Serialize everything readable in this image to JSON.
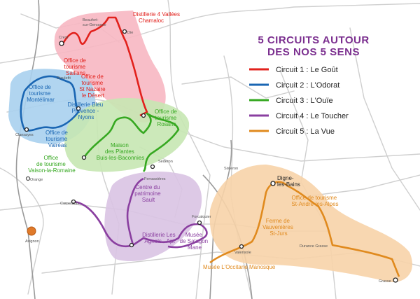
{
  "legend": {
    "title_line1": "5 CIRCUITS AUTOUR",
    "title_line2": "DES NOS 5 SENS",
    "items": [
      {
        "label": "Circuit 1 : Le Goût",
        "color": "#e2211c"
      },
      {
        "label": "Circuit 2 : L'Odorat",
        "color": "#1a66b3"
      },
      {
        "label": "Circuit 3 : L'Ouïe",
        "color": "#36a821"
      },
      {
        "label": "Circuit 4 : Le Toucher",
        "color": "#8a3fa0"
      },
      {
        "label": "Circuit 5 : La Vue",
        "color": "#e08a1e"
      }
    ]
  },
  "zones": {
    "red": "#f7b7c2",
    "blue": "#a9d0ee",
    "green": "#c7e7b3",
    "purple": "#d9c3e3",
    "orange": "#f7d3a8"
  },
  "labels": {
    "distillerie_4_vallees": [
      "Distillerie 4 Vallées",
      "Chamaloc"
    ],
    "office_saillans": [
      "Office de",
      "tourisme",
      "Saillans"
    ],
    "office_st_nazaire": [
      "Office de",
      "tourisme",
      "St Nazaire",
      "le Désert"
    ],
    "office_montelimar": [
      "Office de",
      "tourisme",
      "Montélimar"
    ],
    "distillerie_bleu": [
      "Distillerie Bleu",
      "Provence -",
      "Nyons"
    ],
    "office_valreas": [
      "Office de",
      "tourisme",
      "Valréas"
    ],
    "office_rosans": [
      "Office de",
      "tourisme",
      "Rosans"
    ],
    "maison_plantes": [
      "Maison",
      "des Plantes",
      "Buis-les-Baconnies"
    ],
    "office_vaison": [
      "Office",
      "de tourisme",
      "Vaison-la-Romaine"
    ],
    "centre_patrimoine": [
      "Centre du",
      "patrimoine",
      "Sault"
    ],
    "distillerie_agnels": [
      "Distillerie Les",
      "Agnels - Apt"
    ],
    "musee_salagon": [
      "Musée",
      "de Salagon",
      "Mane"
    ],
    "musee_occitane": [
      "Musée L'Occitane Manosque"
    ],
    "ferme_vauvenieres": [
      "Ferme de",
      "Vauvenières",
      "St-Jurs"
    ],
    "office_st_andre": [
      "Office de tourisme",
      "St-André-les-Alpes"
    ],
    "digne": [
      "Digne-",
      "les-Bains"
    ]
  },
  "towns": {
    "crest": "Crest",
    "beaufort": [
      "Beaufort-",
      "sur-Gervanne"
    ],
    "die": "Die",
    "dieulefit": "Dieulefit",
    "clansayes": "Clansayes",
    "sederon": "Séderon",
    "sisteron": "Sisteron",
    "ferrassieres": "Ferrassières",
    "orange": "Orange",
    "carpentras": "Carpentras",
    "avignon": "Avignon",
    "forcalquier": "Forcalquier",
    "valensole": "Valensole",
    "durance": "Durance Grasse",
    "grasse": "Grasse"
  }
}
